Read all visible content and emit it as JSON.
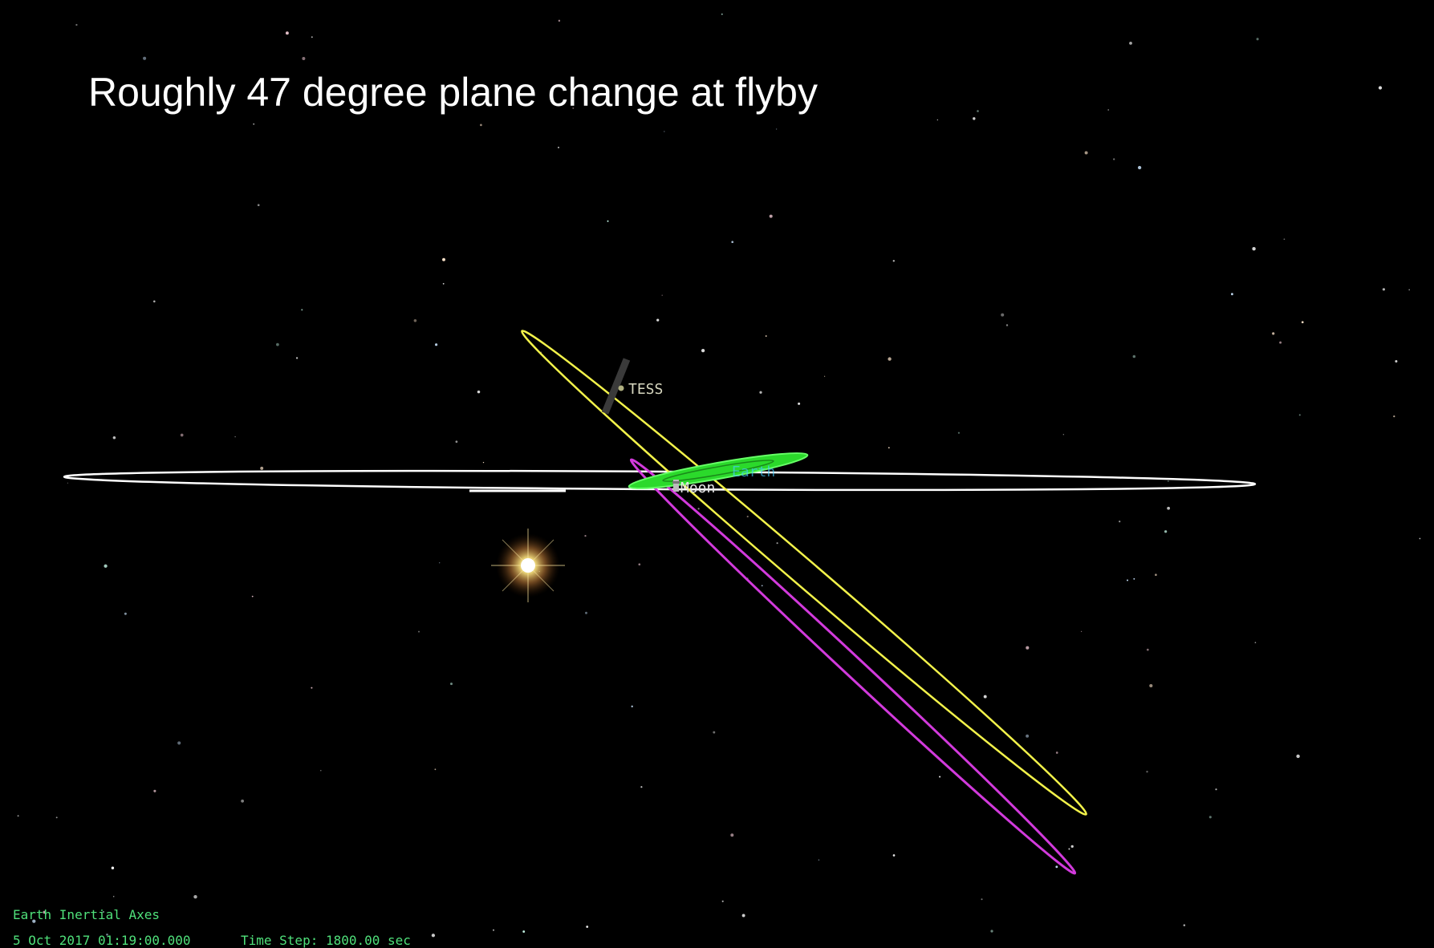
{
  "title": "Roughly 47 degree plane change at flyby",
  "bodies": {
    "spacecraft": "TESS",
    "earth": "Earth",
    "moon": "Moon"
  },
  "hud": {
    "axes": "Earth Inertial Axes",
    "epoch": "5 Oct 2017 01:19:00.000",
    "time_step": "Time Step: 1800.00 sec"
  },
  "colors": {
    "background": "#000000",
    "lunar_orbit": "#ffffff",
    "tess_orbit_pre": "#f2f24a",
    "tess_orbit_post": "#d23adc",
    "earth_marker": "#33ff33",
    "sun": "#fff3a0",
    "hud_text": "#4fe07a"
  }
}
